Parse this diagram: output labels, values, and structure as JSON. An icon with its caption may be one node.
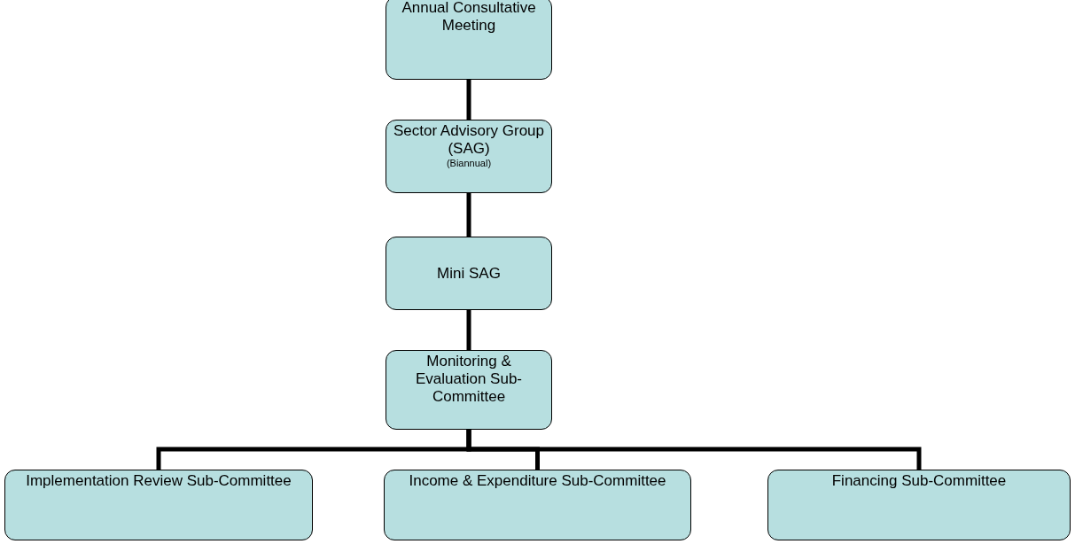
{
  "diagram": {
    "nodes": [
      {
        "text": [
          "Annual Consultative Meeting"
        ]
      },
      {
        "text": [
          "Sector Advisory Group (SAG)",
          "(Biannual)"
        ]
      },
      {
        "text": [
          "Mini SAG"
        ]
      },
      {
        "text": [
          "Monitoring & Evaluation Sub-Committee"
        ]
      },
      {
        "text": [
          "Implementation Review Sub-Committee"
        ]
      },
      {
        "text": [
          "Income & Expenditure Sub-Committee"
        ]
      },
      {
        "text": [
          "Financing Sub-Committee"
        ]
      }
    ],
    "edges": [
      {
        "from": 0,
        "to": 1,
        "arrow": "none"
      },
      {
        "from": 1,
        "to": 2,
        "arrow": "none"
      },
      {
        "from": 2,
        "to": 3,
        "arrow": "none"
      },
      {
        "from": 3,
        "to": 4,
        "arrow": "none"
      },
      {
        "from": 3,
        "to": 5,
        "arrow": "none"
      },
      {
        "from": 3,
        "to": 6,
        "arrow": "none"
      }
    ]
  }
}
